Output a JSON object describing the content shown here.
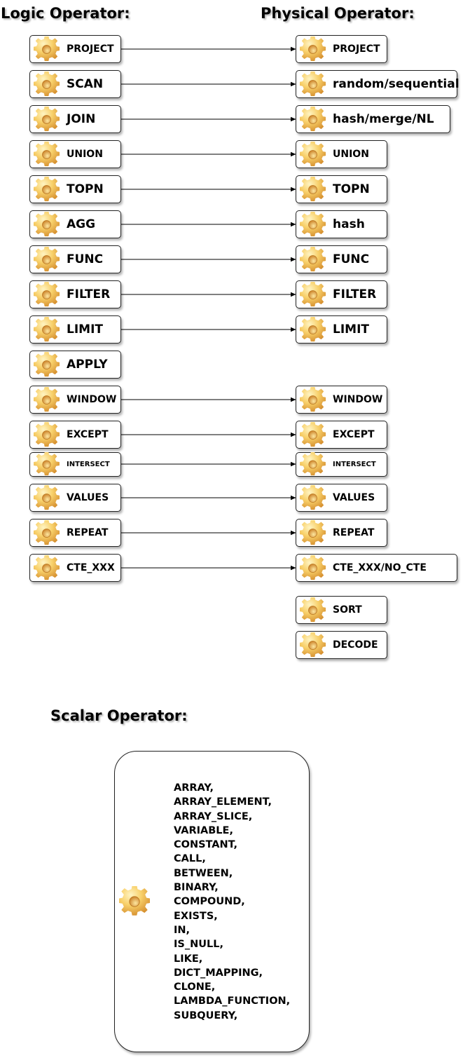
{
  "headings": {
    "logic": "Logic Operator:",
    "physical": "Physical Operator:",
    "scalar": "Scalar Operator:"
  },
  "gear_icon": "gear-icon",
  "colors": {
    "gear_light": "#fde58a",
    "gear_dark": "#d8922e",
    "border": "#222222",
    "arrow": "#000000"
  },
  "logic_operators": [
    "PROJECT",
    "SCAN",
    "JOIN",
    "UNION",
    "TOPN",
    "AGG",
    "FUNC",
    "FILTER",
    "LIMIT",
    "APPLY",
    "WINDOW",
    "EXCEPT",
    "INTERSECT",
    "VALUES",
    "REPEAT",
    "CTE_XXX"
  ],
  "physical_operators": [
    "PROJECT",
    "random/sequential",
    "hash/merge/NL",
    "UNION",
    "TOPN",
    "hash",
    "FUNC",
    "FILTER",
    "LIMIT",
    "WINDOW",
    "EXCEPT",
    "INTERSECT",
    "VALUES",
    "REPEAT",
    "CTE_XXX/NO_CTE",
    "SORT",
    "DECODE"
  ],
  "mappings": [
    {
      "from": "PROJECT",
      "to": "PROJECT"
    },
    {
      "from": "SCAN",
      "to": "random/sequential"
    },
    {
      "from": "JOIN",
      "to": "hash/merge/NL"
    },
    {
      "from": "UNION",
      "to": "UNION"
    },
    {
      "from": "TOPN",
      "to": "TOPN"
    },
    {
      "from": "AGG",
      "to": "hash"
    },
    {
      "from": "FUNC",
      "to": "FUNC"
    },
    {
      "from": "FILTER",
      "to": "FILTER"
    },
    {
      "from": "LIMIT",
      "to": "LIMIT"
    },
    {
      "from": "WINDOW",
      "to": "WINDOW"
    },
    {
      "from": "EXCEPT",
      "to": "EXCEPT"
    },
    {
      "from": "INTERSECT",
      "to": "INTERSECT"
    },
    {
      "from": "VALUES",
      "to": "VALUES"
    },
    {
      "from": "REPEAT",
      "to": "REPEAT"
    },
    {
      "from": "CTE_XXX",
      "to": "CTE_XXX/NO_CTE"
    }
  ],
  "scalar_operators": [
    "ARRAY,",
    "ARRAY_ELEMENT,",
    "ARRAY_SLICE,",
    "VARIABLE,",
    "CONSTANT,",
    "CALL,",
    "BETWEEN,",
    "BINARY,",
    "COMPOUND,",
    "EXISTS,",
    "IN,",
    "IS_NULL,",
    "LIKE,",
    "DICT_MAPPING,",
    "CLONE,",
    "LAMBDA_FUNCTION,",
    "SUBQUERY,"
  ]
}
